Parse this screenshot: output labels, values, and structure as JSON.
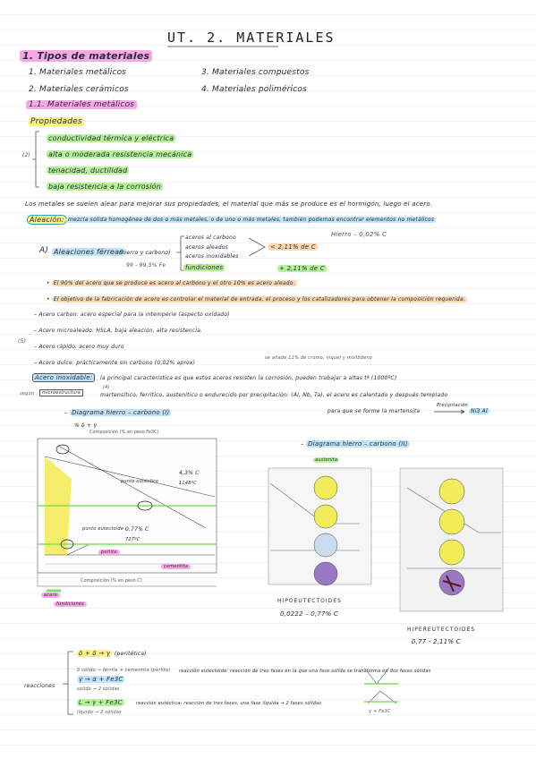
{
  "title": "UT. 2.  MATERIALES",
  "section1": "1. Tipos de materiales",
  "types": {
    "t1": "1. Materiales metálicos",
    "t2": "2. Materiales cerámicos",
    "t3": "3. Materiales compuestos",
    "t4": "4. Materiales poliméricos"
  },
  "section11": "1.1. Materiales metálicos",
  "propiedades": {
    "heading": "Propiedades",
    "side_mark": "(2)",
    "items": [
      "conductividad térmica y eléctrica",
      "alta o moderada resistencia mecánica",
      "tenacidad, ductilidad",
      "baja resistencia a la corrosión"
    ]
  },
  "metals_sentence": "Los metales se suelen alear para mejorar sus propiedades, el material que más se produce es el hormigón, luego el acero.",
  "aleacion": {
    "label": "Aleación:",
    "definition": "mezcla sólida homogénea de dos o más metales, o de uno o más metales, también podemos encontrar elementos no metálicos"
  },
  "ferreas": {
    "marker": "A)",
    "label": "Aleaciones férreas",
    "paren": "(hierro y carbono)",
    "hierro": "Hierro – 0,02% C",
    "branches": [
      "aceros al carbono",
      "aceros aleados",
      "aceros inoxidables"
    ],
    "fundiciones": "fundiciones",
    "lt": "< 2,11% de C",
    "gt": "+ 2,11% de C",
    "percent": "99 - 99,5% Fe"
  },
  "bullets": {
    "b1": "El 90% del acero que se produce es acero al carbono y el otro 10% es acero aleado.",
    "b2": "El objetivo de la fabricación de acero es controlar el material de entrada, el proceso y los catalizadores para obtener la composición requerida."
  },
  "aceros": {
    "carbon": "Acero carbon: acero especial para la intemperie (aspecto oxidado)",
    "micro": "Acero microaleado: HSLA, baja aleación, alta resistencia.",
    "rapido": "Acero rápido: acero muy duro",
    "dulce": "Acero dulce: prácticamente sin carbono (0,02% aprox)",
    "mark5": "(5)"
  },
  "inox": {
    "note": "se añade 11% de cromo, níquel y molibdeno",
    "label": "Acero inoxidable:",
    "text1": "la principal característica es que estos aceros resisten la corrosión, pueden trabajar a altas tª (1000ºC)",
    "segun": "según",
    "micro": "microestructura",
    "four": "(4)",
    "text2": "martensítico, ferrítico, austenítico o endurecido por precipitación: (Al, Nb, Ta), el acero es calentado y después templado",
    "text3": "para que se forme la martensita",
    "arrow": "Precipitación",
    "product": "Ni3 Al"
  },
  "diagram1": {
    "caption": "Diagrama hierro – carbono (I)",
    "top": "% δ + γ",
    "eutectic": "punto eutéctico",
    "eut_val": "4,3% C",
    "eut_t": "1148ºC",
    "eutectoid": "punto eutectoide",
    "eutd_val": "0,77% C",
    "eutd_t": "727ºC",
    "perlita": "perlita",
    "cementita": "cementita",
    "axis_c": "Composición (% en peso C)",
    "axis_fe3c": "Composición (% en peso Fe3C)",
    "acero": "acero",
    "fundiciones": "fundiciones"
  },
  "diagram2": {
    "caption": "Diagrama hierro – carbono (II)",
    "austenita": "austenita",
    "hipo": "HIPOEUTECTOIDES",
    "hipo_range": "0,0222 – 0,77% C",
    "hiper": "HIPEREUTECTOIDES",
    "hiper_range": "0,77 - 2,11% C"
  },
  "reacciones": {
    "label": "reacciones",
    "r1": "δ + δ → γ",
    "r1_note": "(peritética)",
    "r1_sub": "δ sólido → ferrita + cementita (perlita)",
    "r2": "γ → α + Fe3C",
    "r2_sub": "sólido → 2 sólidas",
    "r2_desc": "reacción eutectoide: reacción de tres fases en la que una fase sólida se transforma en dos fases sólidas",
    "r3": "L → γ + Fe3C",
    "r3_sub": "líquido → 2 sólidas",
    "r3_desc": "reacción eutéctica: reacción de tres fases, una fase líquida → 2 fases sólidas",
    "label_small": "γ + Fe3C"
  }
}
